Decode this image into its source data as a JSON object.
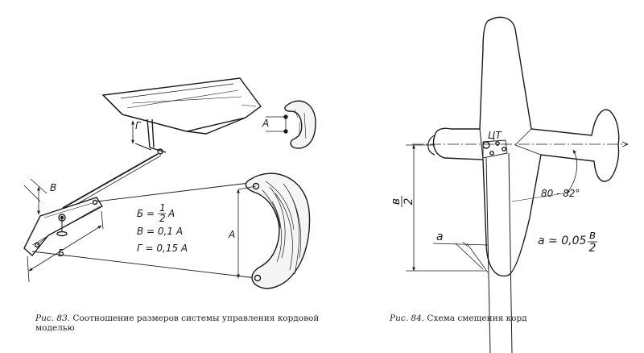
{
  "figure83": {
    "labels": {
      "G": "Г",
      "A_small": "А",
      "V": "В",
      "B": "Б",
      "A": "А",
      "formula_B": "Б = ",
      "formula_B_num": "1",
      "formula_B_den": "2",
      "formula_B_rest": "A",
      "formula_V": "В = 0,1 А",
      "formula_G": "Г = 0,15 А"
    },
    "caption_prefix": "Рис. 83.",
    "caption_text": " Соотношение размеров системы управления кордовой моделью"
  },
  "figure84": {
    "labels": {
      "CT": "ЦТ",
      "angle": "80 - 82°",
      "a": "a",
      "half_b_num": "в",
      "half_b_den": "2",
      "formula_a": "a ≃ 0,05",
      "formula_num": "в",
      "formula_den": "2"
    },
    "caption_prefix": "Рис. 84.",
    "caption_text": " Схема смещения корд"
  }
}
